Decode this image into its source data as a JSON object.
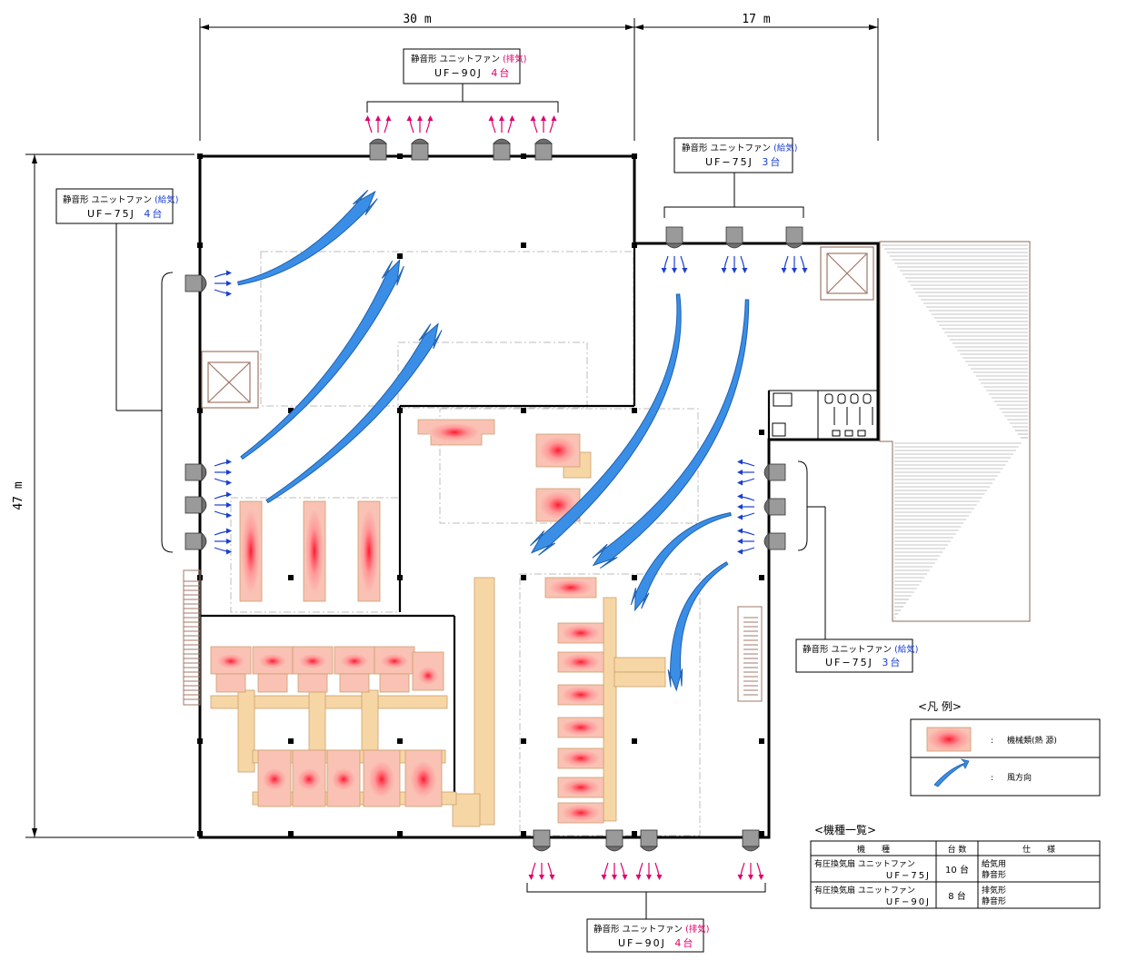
{
  "dimensions": {
    "width_top_left": "30 m",
    "width_top_right": "17 m",
    "height_left": "47 m"
  },
  "callouts": {
    "top_exhaust": {
      "line1_prefix": "静音形 ユニットファン",
      "line1_type": "(排気)",
      "line2_model": "UF−90J",
      "line2_count": "4台",
      "type_color": "#e0006a",
      "count_color": "#e0006a"
    },
    "right_supply_top": {
      "line1_prefix": "静音形 ユニットファン",
      "line1_type": "(給気)",
      "line2_model": "UF−75J",
      "line2_count": "3台",
      "type_color": "#1a3fd1",
      "count_color": "#1a3fd1"
    },
    "left_supply": {
      "line1_prefix": "静音形 ユニットファン",
      "line1_type": "(給気)",
      "line2_model": "UF−75J",
      "line2_count": "4台",
      "type_color": "#1a3fd1",
      "count_color": "#1a3fd1"
    },
    "right_supply_bottom": {
      "line1_prefix": "静音形 ユニットファン",
      "line1_type": "(給気)",
      "line2_model": "UF−75J",
      "line2_count": "3台",
      "type_color": "#1a3fd1",
      "count_color": "#1a3fd1"
    },
    "bottom_exhaust": {
      "line1_prefix": "静音形 ユニットファン",
      "line1_type": "(排気)",
      "line2_model": "UF−90J",
      "line2_count": "4台",
      "type_color": "#e0006a",
      "count_color": "#e0006a"
    }
  },
  "legend": {
    "title": "<凡 例>",
    "items": [
      {
        "colon": ":",
        "label": "機械類(熱 源)"
      },
      {
        "colon": ":",
        "label": "風方向"
      }
    ]
  },
  "equipment_table": {
    "title": "<機種一覧>",
    "headers": [
      "機　　種",
      "台 数",
      "仕　　様"
    ],
    "rows": [
      {
        "name_line1": "有圧換気扇 ユニットファン",
        "name_line2": "UF−75J",
        "count": "10 台",
        "spec_line1": "給気用",
        "spec_line2": "静音形"
      },
      {
        "name_line1": "有圧換気扇 ユニットファン",
        "name_line2": "UF−90J",
        "count": "8 台",
        "spec_line1": "排気形",
        "spec_line2": "静音形"
      }
    ]
  },
  "colors": {
    "wall": "#000000",
    "airflow": "#3a8ee6",
    "airflow_edge": "#1f5fae",
    "heat_core": "#ff2a3a",
    "heat_outer": "#f7b7a8",
    "equip_tan": "#f7d6a6",
    "supply_arrow": "#1a3fd1",
    "exhaust_arrow": "#e0006a",
    "fan_body": "#9a9a9a",
    "stair": "#b08070"
  }
}
